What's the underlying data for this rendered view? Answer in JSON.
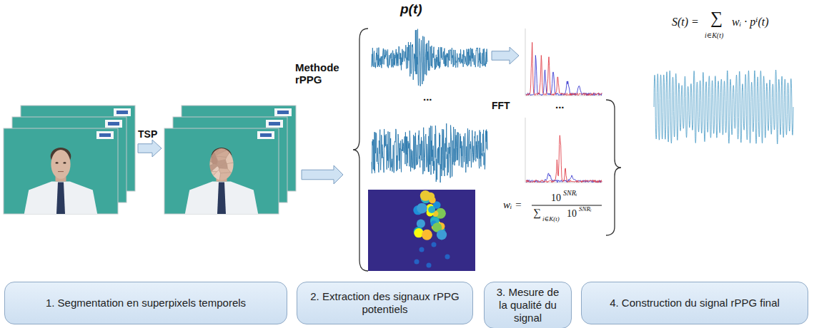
{
  "diagram": {
    "nodes": [
      {
        "text": [
          "1. Segmentation en superpixels temporels"
        ]
      },
      {
        "text": [
          "2. Extraction des signaux rPPG potentiels"
        ]
      },
      {
        "text": [
          "3. Mesure de la qualité du signal"
        ]
      },
      {
        "text": [
          "4. Construction du signal rPPG final"
        ]
      }
    ],
    "labels": [
      "TSP",
      "Methode rPPG",
      "p(t)",
      "...",
      "FFT",
      "...",
      "S(t) =",
      "∑",
      "i∈K(t)",
      "wᵢ · pⁱ(t)",
      "wᵢ =",
      "10",
      "SNRᵢ",
      "∑",
      "i∈K(t)",
      "10",
      "SNRᵢ"
    ]
  }
}
